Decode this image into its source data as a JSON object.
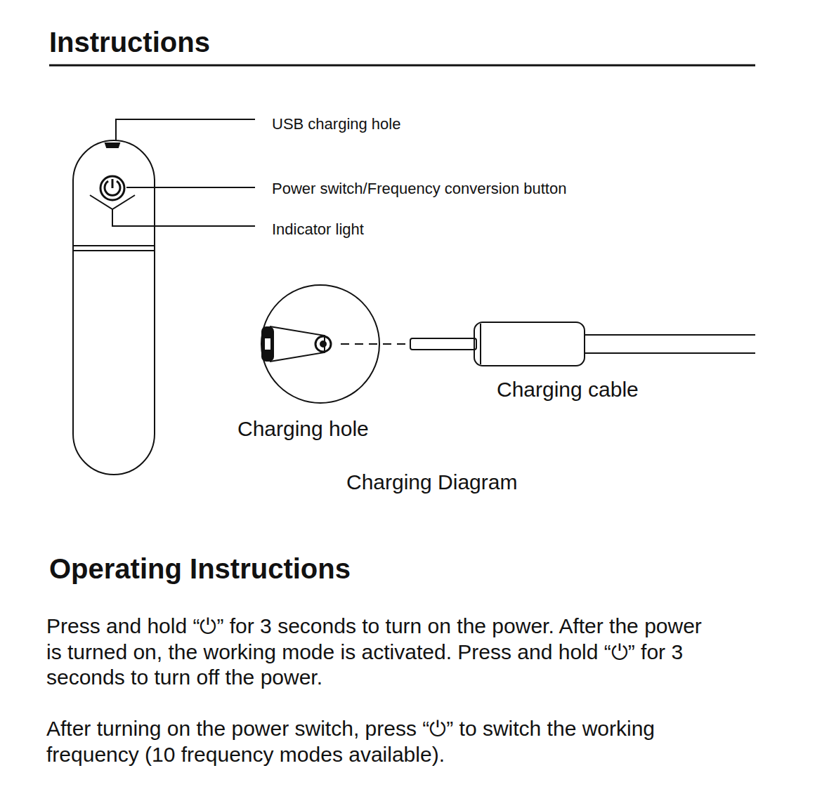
{
  "diagram": {
    "title": "Instructions",
    "labels": [
      "USB charging hole",
      "Power switch/Frequency conversion button",
      "Indicator light",
      "Charging hole",
      "Charging cable",
      "Charging Diagram",
      "Operating Instructions",
      "Press and hold “⏻” for 3 seconds to turn on the power. After the power is turned on, the working mode is activated. Press and hold “⏻” for 3 seconds to turn off the power.",
      "After turning on the power switch, press “⏻” to switch the working frequency (10 frequency modes available)."
    ]
  }
}
